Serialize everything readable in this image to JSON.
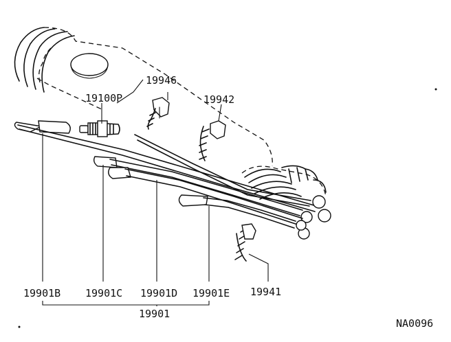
{
  "labels": {
    "p19946": "19946",
    "p19100p": "19100P",
    "p19942": "19942",
    "p19901b": "19901B",
    "p19901c": "19901C",
    "p19901d": "19901D",
    "p19901e": "19901E",
    "p19941": "19941",
    "p19901": "19901"
  },
  "figure_code": "NA0096"
}
